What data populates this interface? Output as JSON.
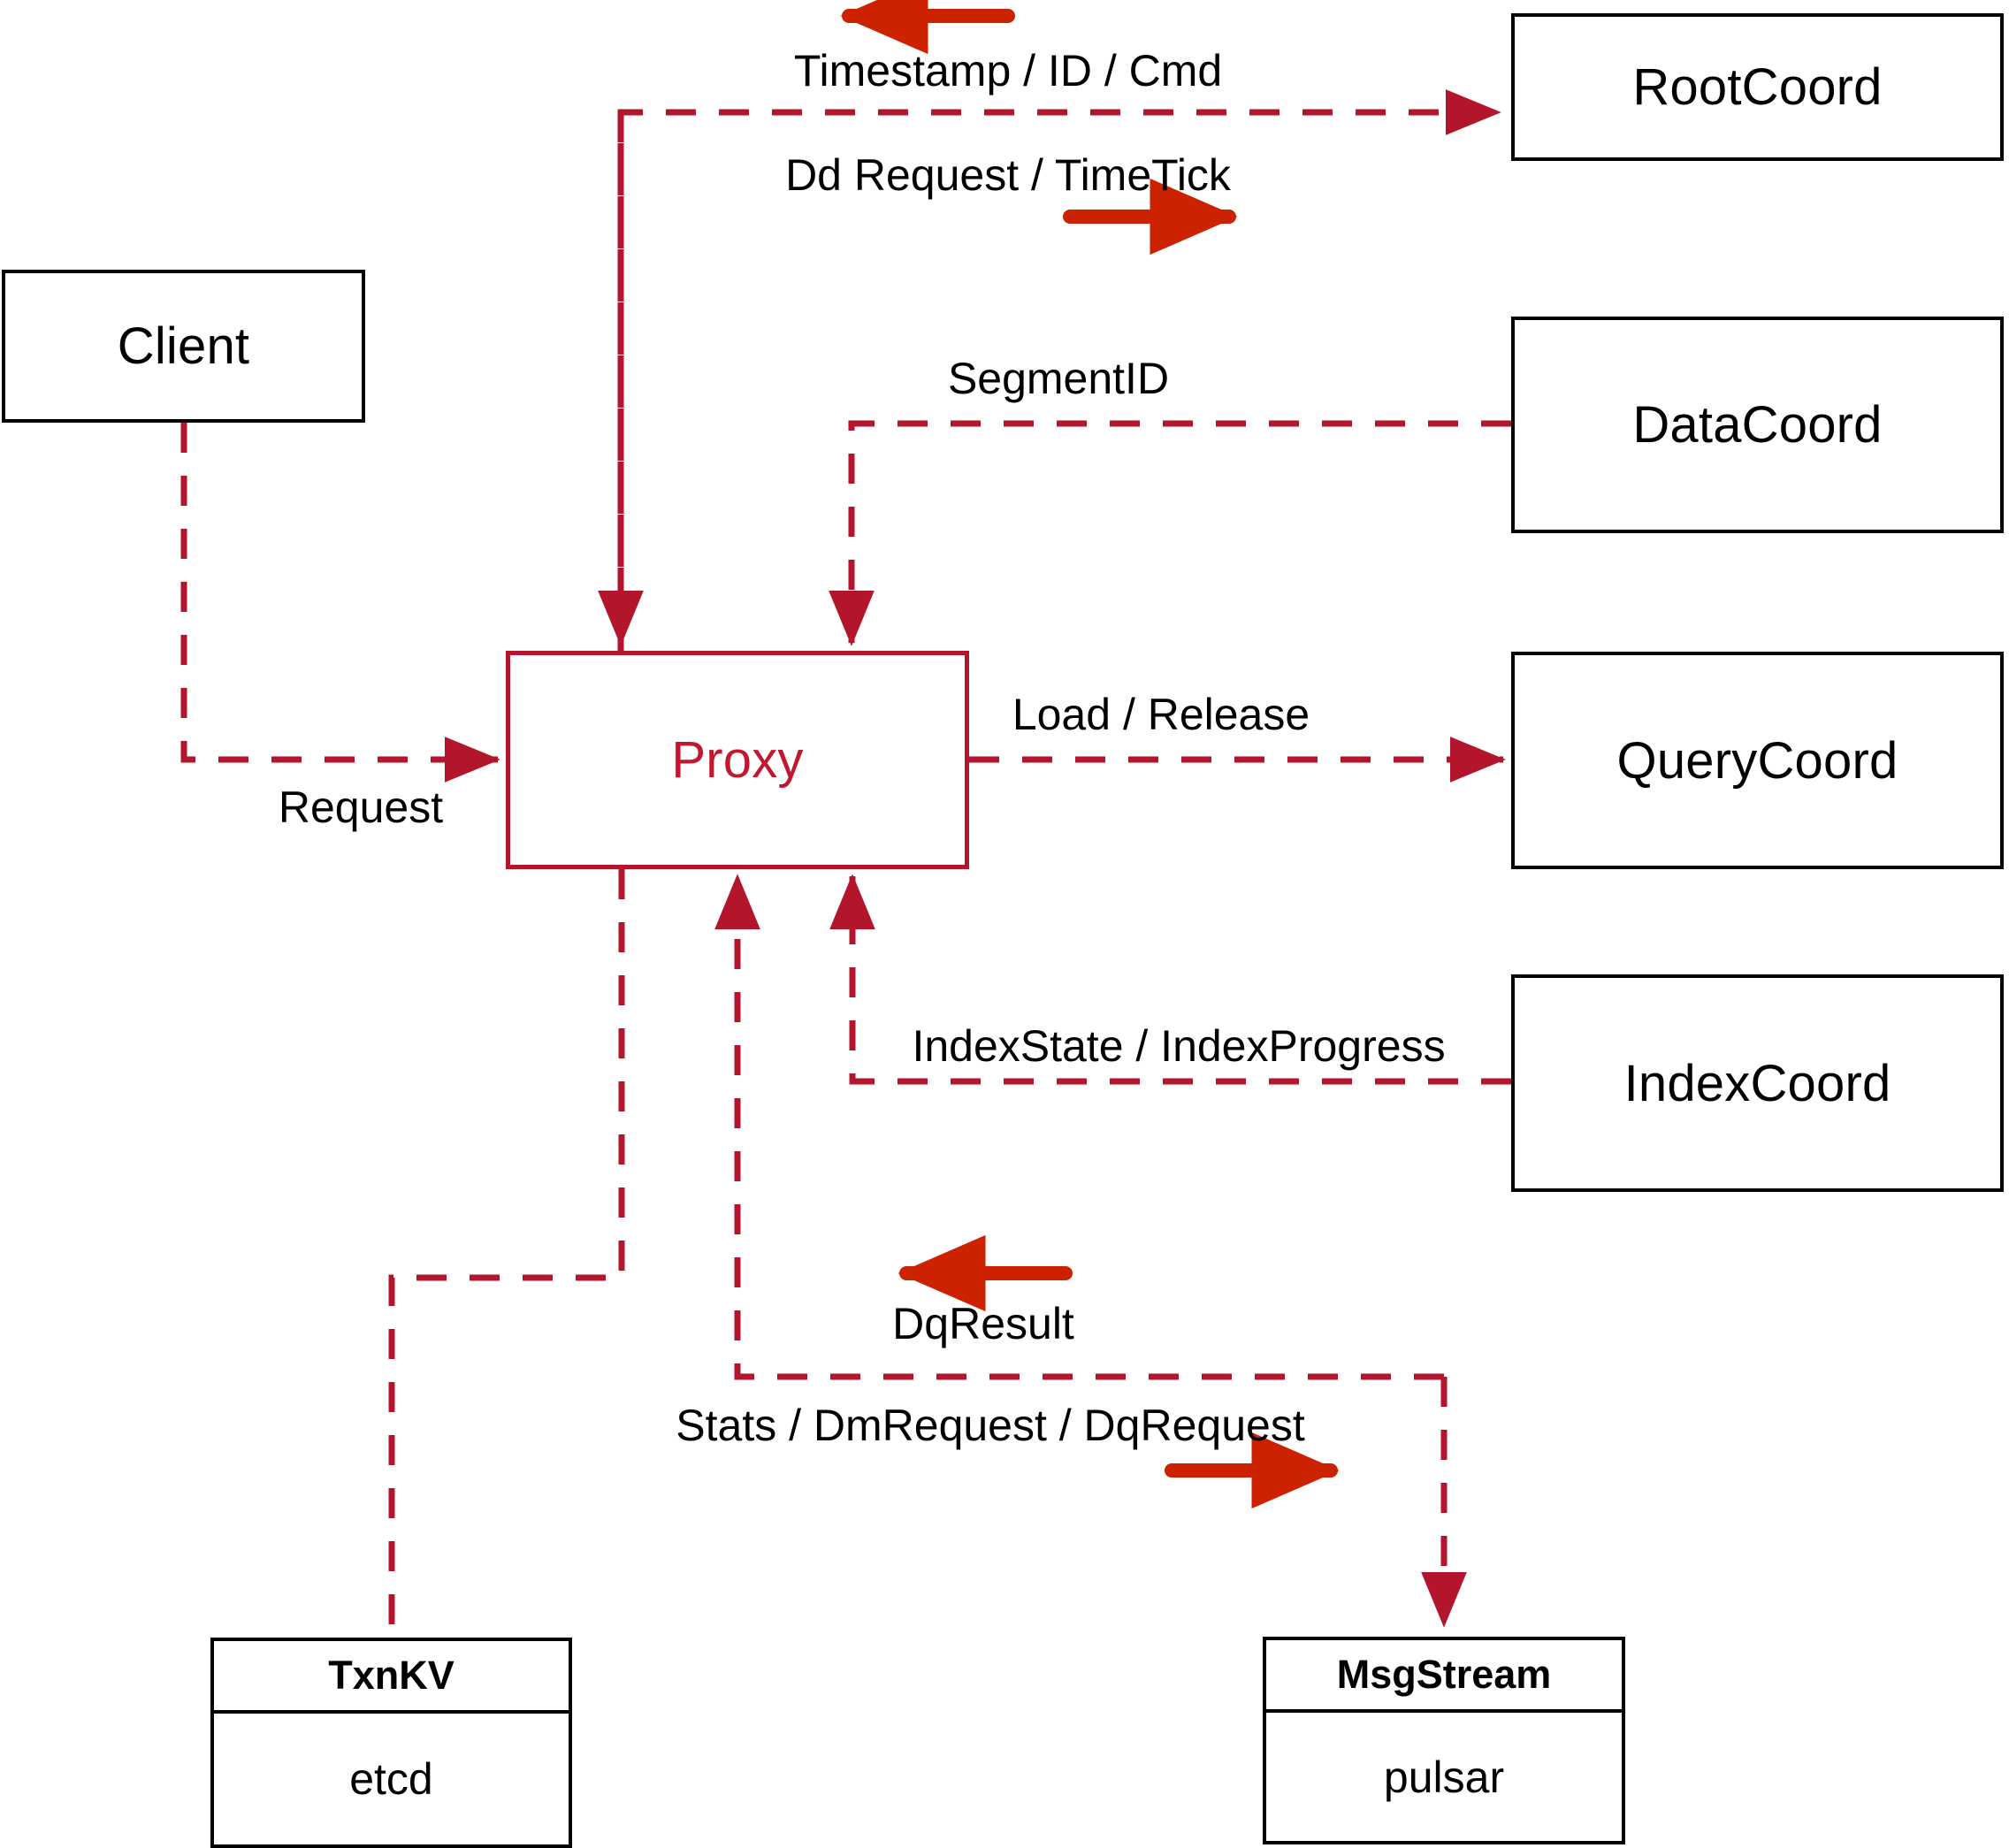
{
  "diagram": {
    "title": "Milvus Proxy interaction diagram",
    "colors": {
      "accent_red": "#b3152c",
      "arrow_red": "#cc2200",
      "node_stroke": "#000000",
      "background": "#ffffff"
    },
    "nodes": {
      "client": {
        "label": "Client"
      },
      "proxy": {
        "label": "Proxy"
      },
      "root_coord": {
        "label": "RootCoord"
      },
      "data_coord": {
        "label": "DataCoord"
      },
      "query_coord": {
        "label": "QueryCoord"
      },
      "index_coord": {
        "label": "IndexCoord"
      },
      "txnkv": {
        "title": "TxnKV",
        "impl": "etcd"
      },
      "msgstream": {
        "title": "MsgStream",
        "impl": "pulsar"
      }
    },
    "edge_labels": {
      "timestamp_id_cmd": "Timestamp / ID / Cmd",
      "dd_request_timetick": "Dd Request / TimeTick",
      "segment_id": "SegmentID",
      "request": "Request",
      "load_release": "Load / Release",
      "index_state_progress": "IndexState / IndexProgress",
      "dq_result": "DqResult",
      "stats_dm_dq_request": "Stats / DmRequest / DqRequest"
    },
    "direction_markers": [
      {
        "name": "timestamp-id-cmd-direction",
        "direction": "left"
      },
      {
        "name": "dd-request-timetick-direction",
        "direction": "right"
      },
      {
        "name": "dq-result-direction",
        "direction": "left"
      },
      {
        "name": "stats-dm-dq-request-direction",
        "direction": "right"
      }
    ]
  }
}
